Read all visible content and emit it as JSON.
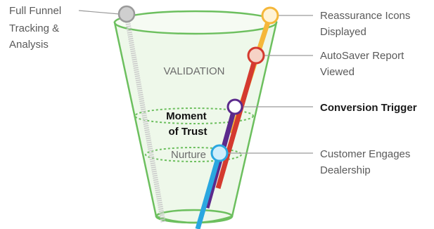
{
  "diagram": {
    "left_label": [
      "Full Funnel",
      "Tracking &",
      "Analysis"
    ],
    "stages": {
      "validation": "VALIDATION",
      "moment_of_trust": [
        "Moment",
        "of Trust"
      ],
      "nurture": "Nurture"
    },
    "callouts": [
      {
        "lines": [
          "Reassurance Icons",
          "Displayed"
        ],
        "emphasis": false
      },
      {
        "lines": [
          "AutoSaver Report",
          "Viewed"
        ],
        "emphasis": false
      },
      {
        "lines": [
          "Conversion Trigger"
        ],
        "emphasis": true
      },
      {
        "lines": [
          "Customer Engages",
          "Dealership"
        ],
        "emphasis": false
      }
    ],
    "colors": {
      "funnel_outline": "#6cbf5e",
      "funnel_fill": "#eef8ea",
      "tracking_line": "#bdbdbd",
      "tracking_node": "#cfcfcf",
      "reassurance": "#f5b73a",
      "autosaver": "#d43a2f",
      "conversion": "#5b2a8c",
      "engages": "#2aa7e0",
      "callout_line": "#9a9a9a"
    }
  }
}
